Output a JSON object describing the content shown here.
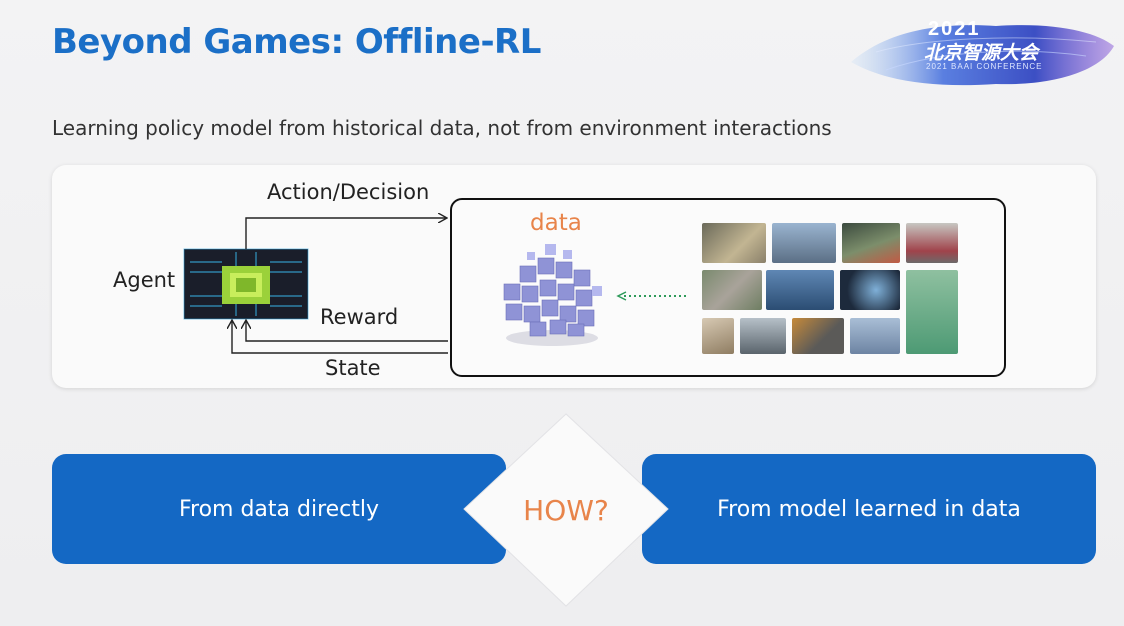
{
  "slide": {
    "title": "Beyond Games: Offline-RL",
    "subtitle": "Learning policy model from historical data, not from environment interactions"
  },
  "logo": {
    "year": "2021",
    "name": "北京智源大会",
    "sub": "2021 BAAI CONFERENCE"
  },
  "diagram": {
    "agent_label": "Agent",
    "action_label": "Action/Decision",
    "reward_label": "Reward",
    "state_label": "State",
    "data_label": "data"
  },
  "bottom": {
    "left_label": "From data directly",
    "center_label": "HOW?",
    "right_label": "From model learned in data"
  },
  "colors": {
    "title_blue": "#1b6fc7",
    "box_blue": "#1468c4",
    "accent_orange": "#e8844a",
    "dotted_green": "#2e9a5a"
  }
}
